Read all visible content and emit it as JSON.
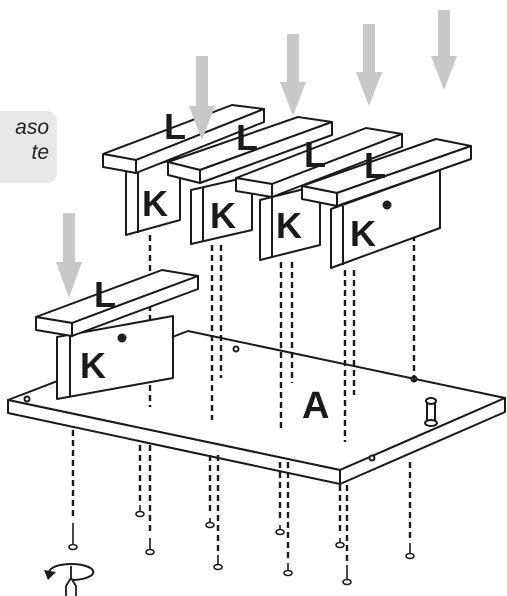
{
  "note": {
    "line1": "aso",
    "line2": "te"
  },
  "labels": {
    "panel": "A",
    "seat": "L",
    "support": "K"
  },
  "colors": {
    "line": "#1a1a1a",
    "arrow": "#c8c8c8",
    "note_bg": "#e8e8e8",
    "panel_fill": "#ffffff"
  },
  "icons": {
    "rotate": "rotate-arrow-icon",
    "screwdriver": "screwdriver-icon"
  }
}
